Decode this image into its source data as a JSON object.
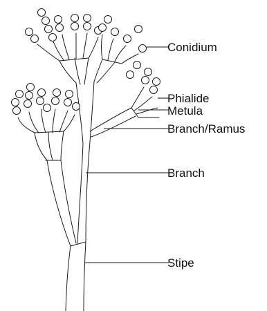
{
  "labels": {
    "conidium": "Conidium",
    "phialide": "Phialide",
    "metula": "Metula",
    "branch_ramus": "Branch/Ramus",
    "branch": "Branch",
    "stipe": "Stipe"
  },
  "colors": {
    "ink": "#1a1a1a",
    "background": "#ffffff"
  }
}
